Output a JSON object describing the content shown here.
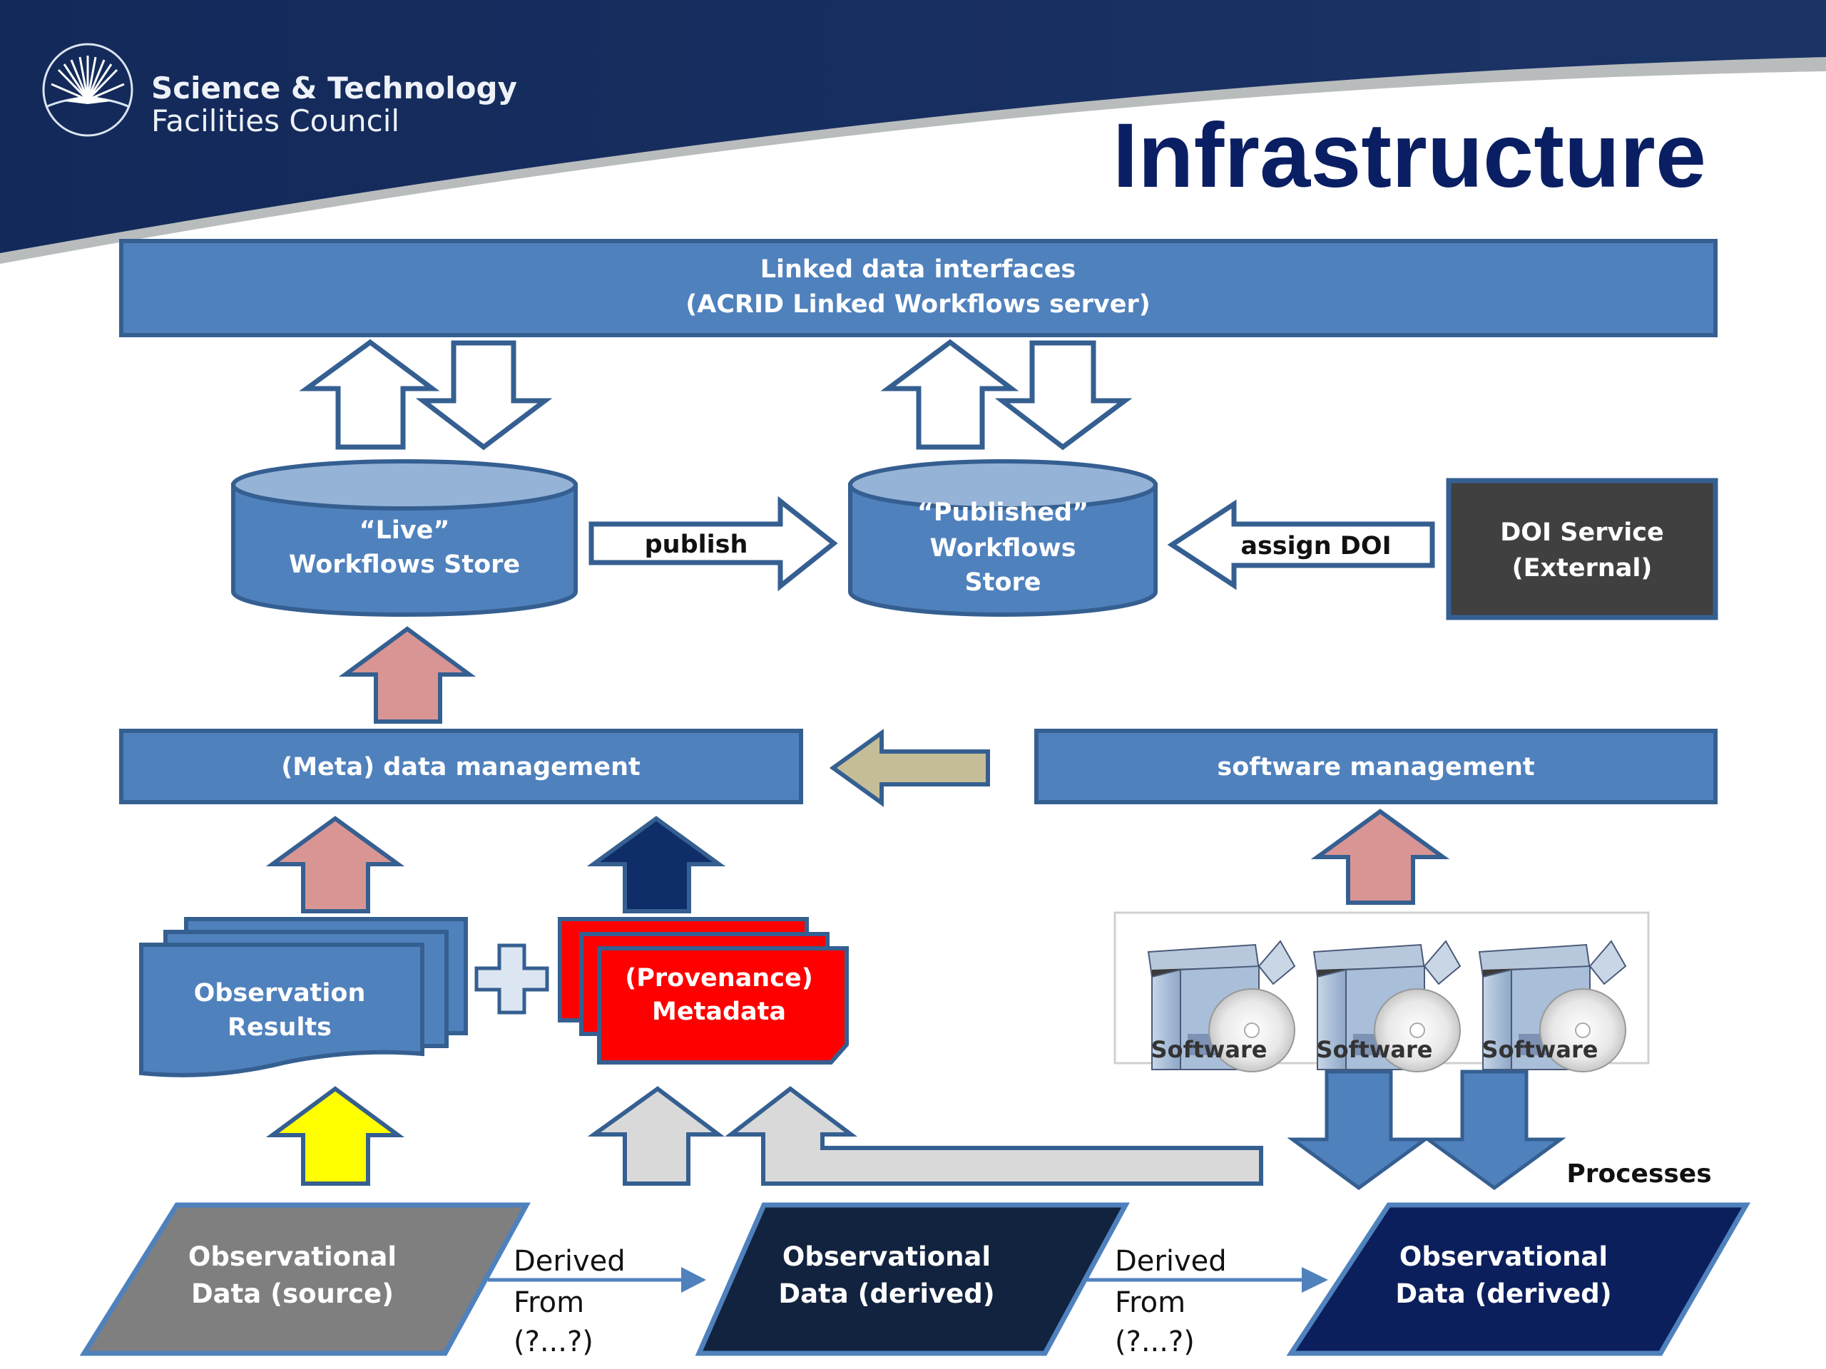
{
  "header": {
    "org_line1": "Science & Technology",
    "org_line2": "Facilities Council",
    "title": "Infrastructure"
  },
  "colors": {
    "header_navy": "#13295a",
    "title_navy": "#0a1f63",
    "box_blue": "#4f81bd",
    "box_border": "#355f91",
    "cylinder_top": "#95b3d7",
    "doi_dark": "#404040",
    "pink_arrow": "#d99594",
    "navy_arrow": "#0f2d69",
    "tan_arrow": "#c4bd97",
    "yellow_arrow": "#ffff00",
    "grey_arrow": "#d9d9d9",
    "prov_red": "#ff0000",
    "source_grey": "#7f7f7f",
    "derived1_dark": "#12233f",
    "derived2_navy": "#0b1f5c"
  },
  "diagram": {
    "linked_data": {
      "line1": "Linked data interfaces",
      "line2": "(ACRID Linked Workflows server)"
    },
    "live_store": {
      "line1": "“Live”",
      "line2": "Workflows Store"
    },
    "publish_arrow": "publish",
    "published_store": {
      "line1": "“Published”",
      "line2": "Workflows",
      "line3": "Store"
    },
    "assign_doi_arrow": "assign DOI",
    "doi_service": {
      "line1": "DOI Service",
      "line2": "(External)"
    },
    "meta_management": "(Meta) data management",
    "software_management": "software management",
    "observation_results": {
      "line1": "Observation",
      "line2": "Results"
    },
    "provenance": {
      "line1": "(Provenance)",
      "line2": "Metadata"
    },
    "software_items": [
      "Software",
      "Software",
      "Software"
    ],
    "processes_label": "Processes",
    "source_data": {
      "line1": "Observational",
      "line2": "Data (source)"
    },
    "derived_data_1": {
      "line1": "Observational",
      "line2": "Data (derived)"
    },
    "derived_data_2": {
      "line1": "Observational",
      "line2": "Data (derived)"
    },
    "derived_from_1": {
      "line1": "Derived",
      "line2": "From",
      "line3": "(?...?)"
    },
    "derived_from_2": {
      "line1": "Derived",
      "line2": "From",
      "line3": "(?...?)"
    }
  }
}
